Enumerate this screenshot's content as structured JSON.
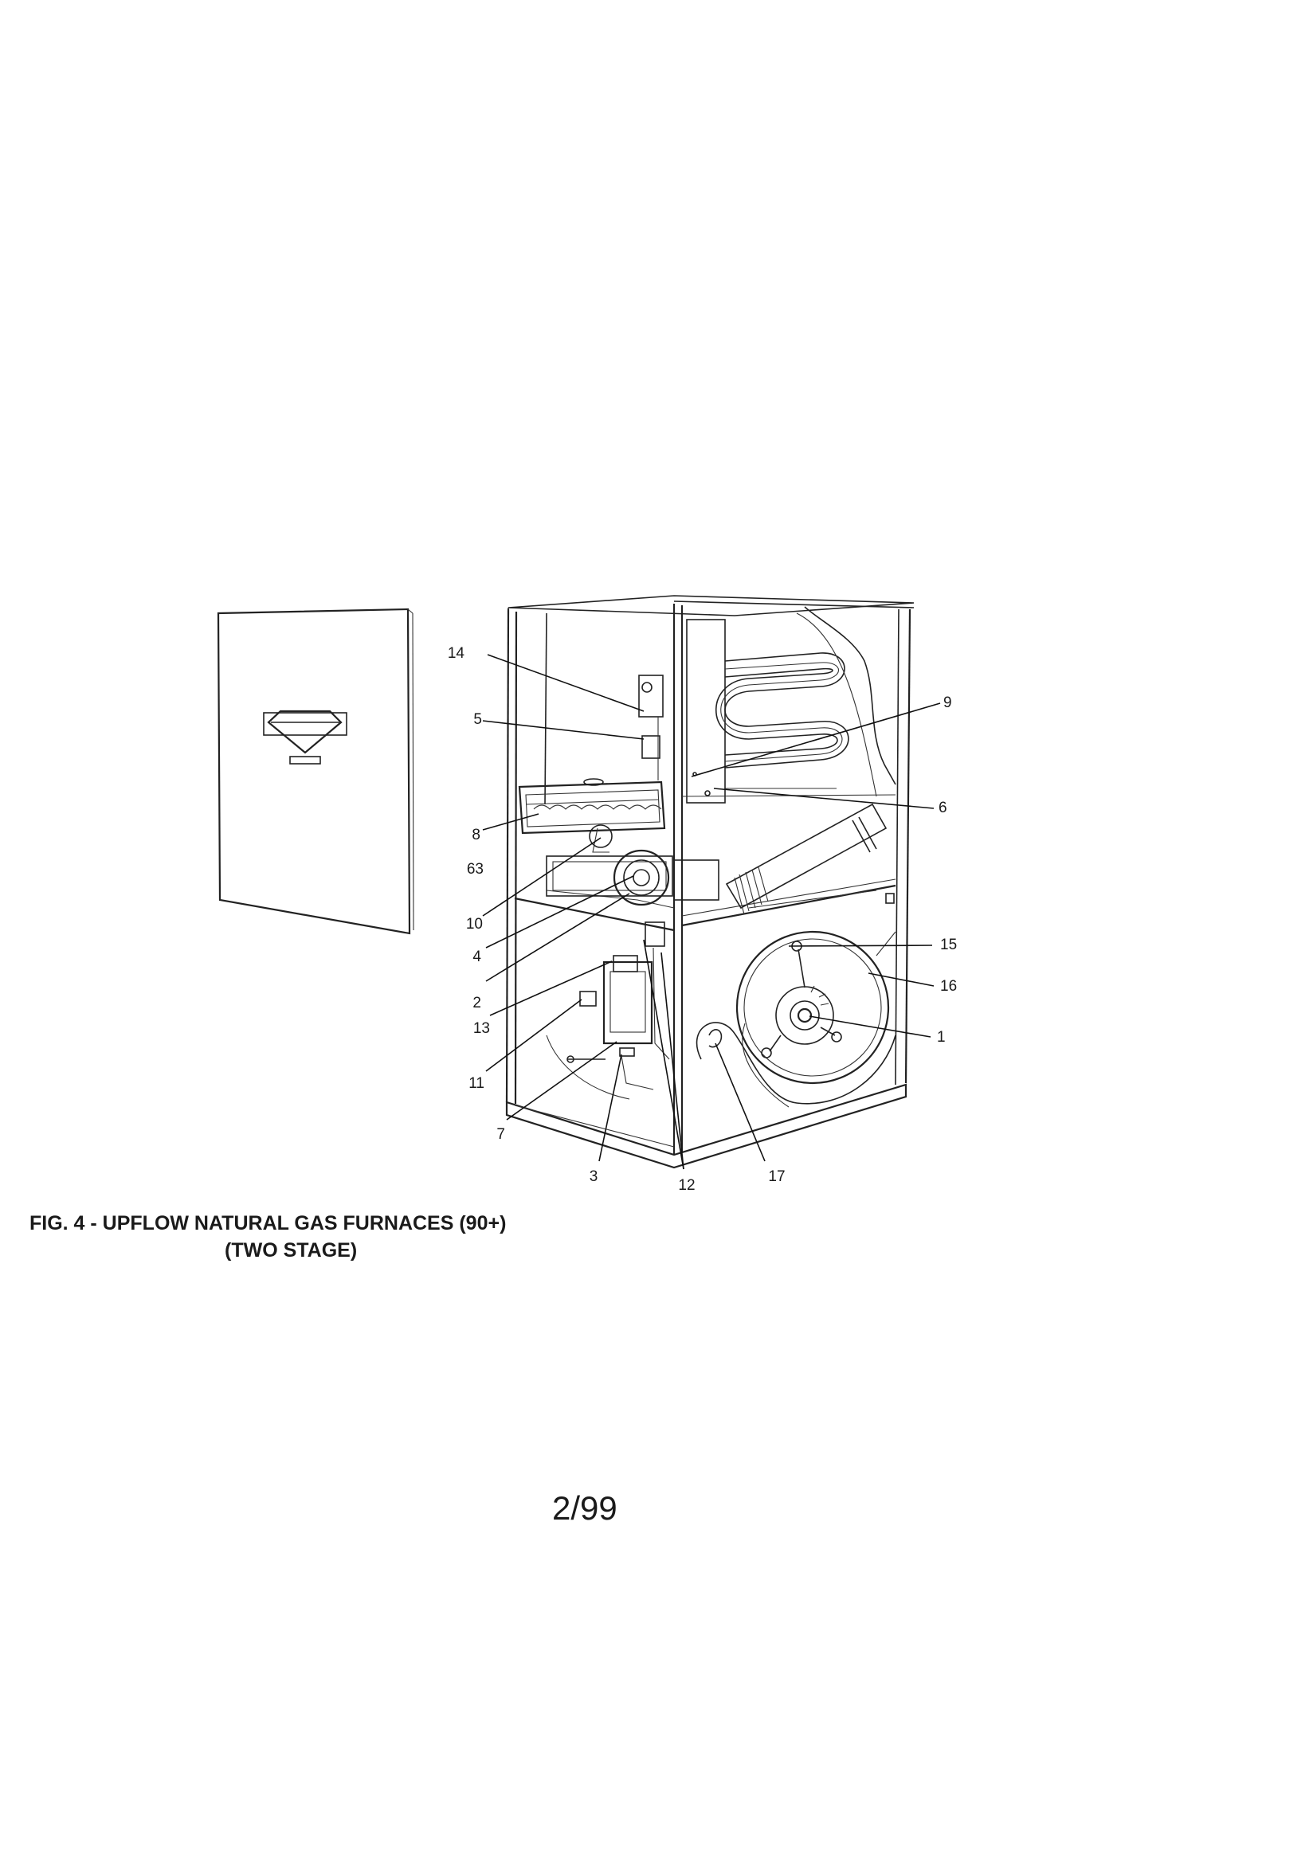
{
  "figure": {
    "caption_line1": "FIG. 4 - UPFLOW NATURAL GAS FURNACES (90+)",
    "caption_line2": "(TWO STAGE)",
    "page_number": "2/99",
    "callouts": [
      {
        "id": "c14",
        "label": "14"
      },
      {
        "id": "c5",
        "label": "5"
      },
      {
        "id": "c9",
        "label": "9"
      },
      {
        "id": "c6",
        "label": "6"
      },
      {
        "id": "c8",
        "label": "8"
      },
      {
        "id": "c63",
        "label": "63"
      },
      {
        "id": "c10",
        "label": "10"
      },
      {
        "id": "c4",
        "label": "4"
      },
      {
        "id": "c15",
        "label": "15"
      },
      {
        "id": "c2",
        "label": "2"
      },
      {
        "id": "c16",
        "label": "16"
      },
      {
        "id": "c13",
        "label": "13"
      },
      {
        "id": "c1",
        "label": "1"
      },
      {
        "id": "c11",
        "label": "11"
      },
      {
        "id": "c7",
        "label": "7"
      },
      {
        "id": "c3",
        "label": "3"
      },
      {
        "id": "c12",
        "label": "12"
      },
      {
        "id": "c17",
        "label": "17"
      }
    ]
  }
}
